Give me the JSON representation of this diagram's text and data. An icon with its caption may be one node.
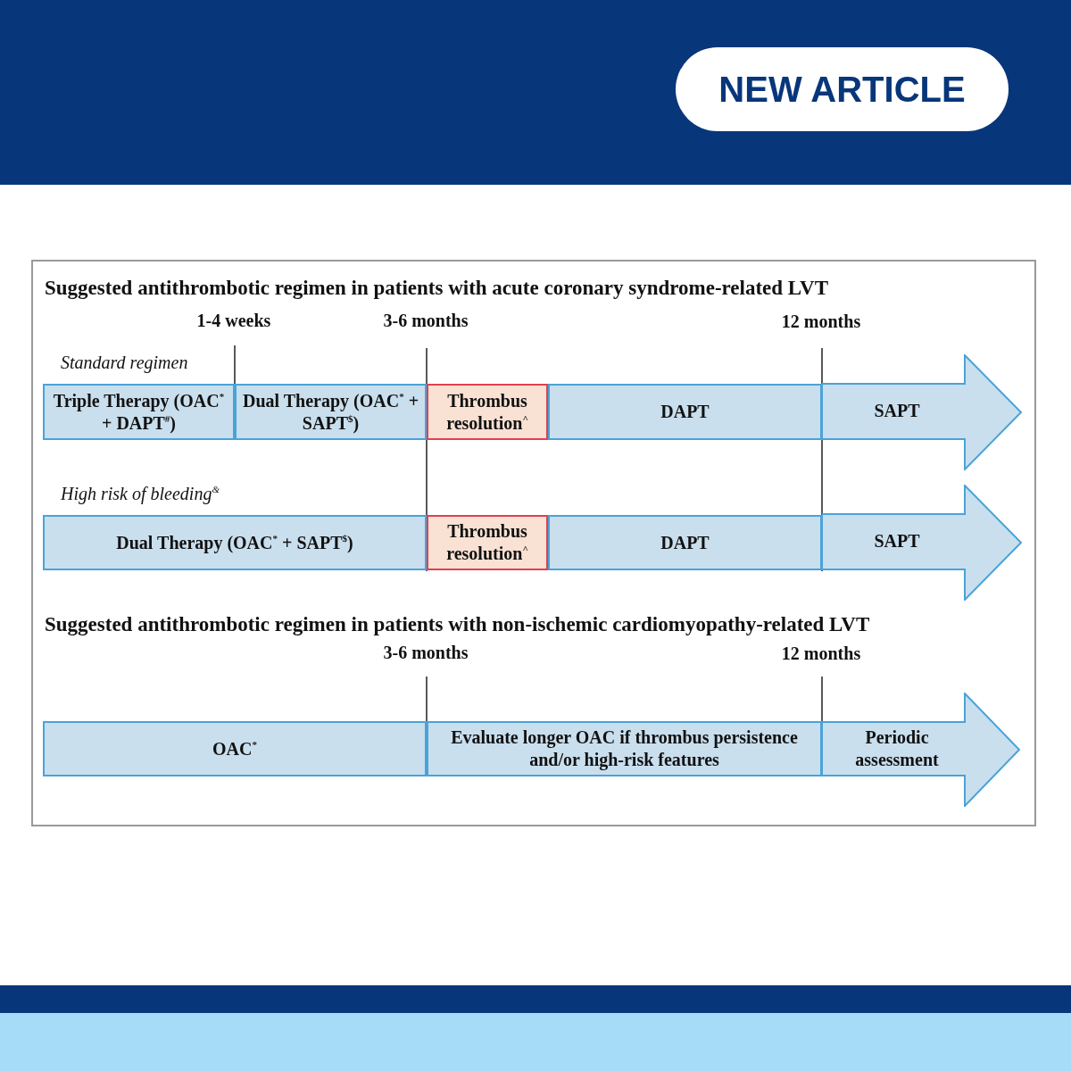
{
  "diagram": {
    "nodes": [
      {
        "text": [
          "Triple Therapy (OAC$^{*}$ + DAPT$^{#}$)"
        ]
      },
      {
        "text": [
          "Dual Therapy (OAC$^{*}$ + SAPT$^{$}$)"
        ]
      },
      {
        "text": [
          "Thrombus resolution$^{^}$"
        ]
      },
      {
        "text": [
          "DAPT"
        ]
      },
      {
        "text": [
          "SAPT"
        ]
      },
      {
        "text": [
          "Dual Therapy (OAC$^{*}$ + SAPT$^{$}$)"
        ]
      },
      {
        "text": [
          "Thrombus resolution$^{^}$"
        ]
      },
      {
        "text": [
          "DAPT"
        ]
      },
      {
        "text": [
          "SAPT"
        ]
      },
      {
        "text": [
          "OAC$^{*}$"
        ]
      },
      {
        "text": [
          "Evaluate longer OAC if thrombus persistence and/or high-risk features"
        ]
      },
      {
        "text": [
          "Periodic assessment"
        ]
      }
    ],
    "edges": [],
    "labels": [
      "NEW ARTICLE",
      "Suggested antithrombotic regimen in patients with acute coronary syndrome-related LVT",
      "1-4 weeks",
      "3-6 months",
      "12 months",
      "Standard regimen",
      "High risk of bleeding$^{&}$",
      "Suggested antithrombotic regimen in patients with non-ischemic cardiomyopathy-related LVT",
      "3-6 months",
      "12 months"
    ]
  }
}
